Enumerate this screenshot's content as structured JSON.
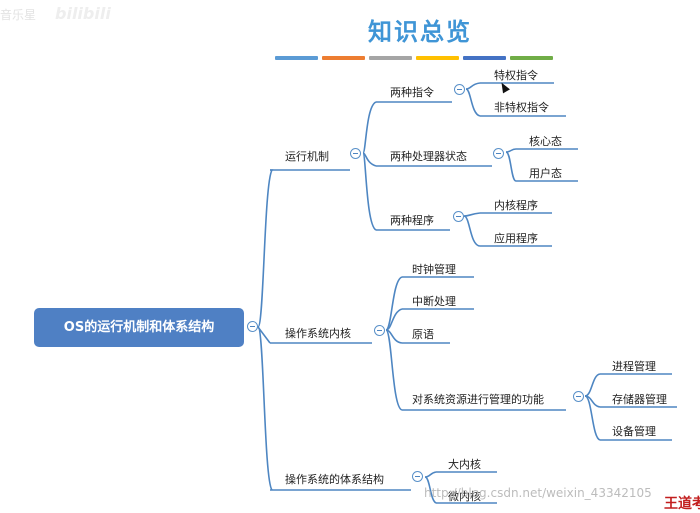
{
  "title": "知识总览",
  "title_bar_colors": [
    "#5b9bd5",
    "#ed7d31",
    "#a5a5a5",
    "#ffc000",
    "#4472c4",
    "#70ad47"
  ],
  "colors": {
    "root_fill": "#4f80c4",
    "connector": "#4e86c2",
    "title_text": "#3f95d6"
  },
  "watermarks": {
    "top_left": "音乐星",
    "top_left_brand": "bilibili",
    "csdn": "http://blog.csdn.net/weixin_43342105",
    "corner": "王道考"
  },
  "root": {
    "label": "OS的运行机制和体系结构"
  },
  "branches": [
    {
      "label": "运行机制",
      "children": [
        {
          "label": "两种指令",
          "children": [
            {
              "label": "特权指令"
            },
            {
              "label": "非特权指令"
            }
          ]
        },
        {
          "label": "两种处理器状态",
          "children": [
            {
              "label": "核心态"
            },
            {
              "label": "用户态"
            }
          ]
        },
        {
          "label": "两种程序",
          "children": [
            {
              "label": "内核程序"
            },
            {
              "label": "应用程序"
            }
          ]
        }
      ]
    },
    {
      "label": "操作系统内核",
      "children": [
        {
          "label": "时钟管理"
        },
        {
          "label": "中断处理"
        },
        {
          "label": "原语"
        },
        {
          "label": "对系统资源进行管理的功能",
          "children": [
            {
              "label": "进程管理"
            },
            {
              "label": "存储器管理"
            },
            {
              "label": "设备管理"
            }
          ]
        }
      ]
    },
    {
      "label": "操作系统的体系结构",
      "children": [
        {
          "label": "大内核"
        },
        {
          "label": "微内核"
        }
      ]
    }
  ]
}
